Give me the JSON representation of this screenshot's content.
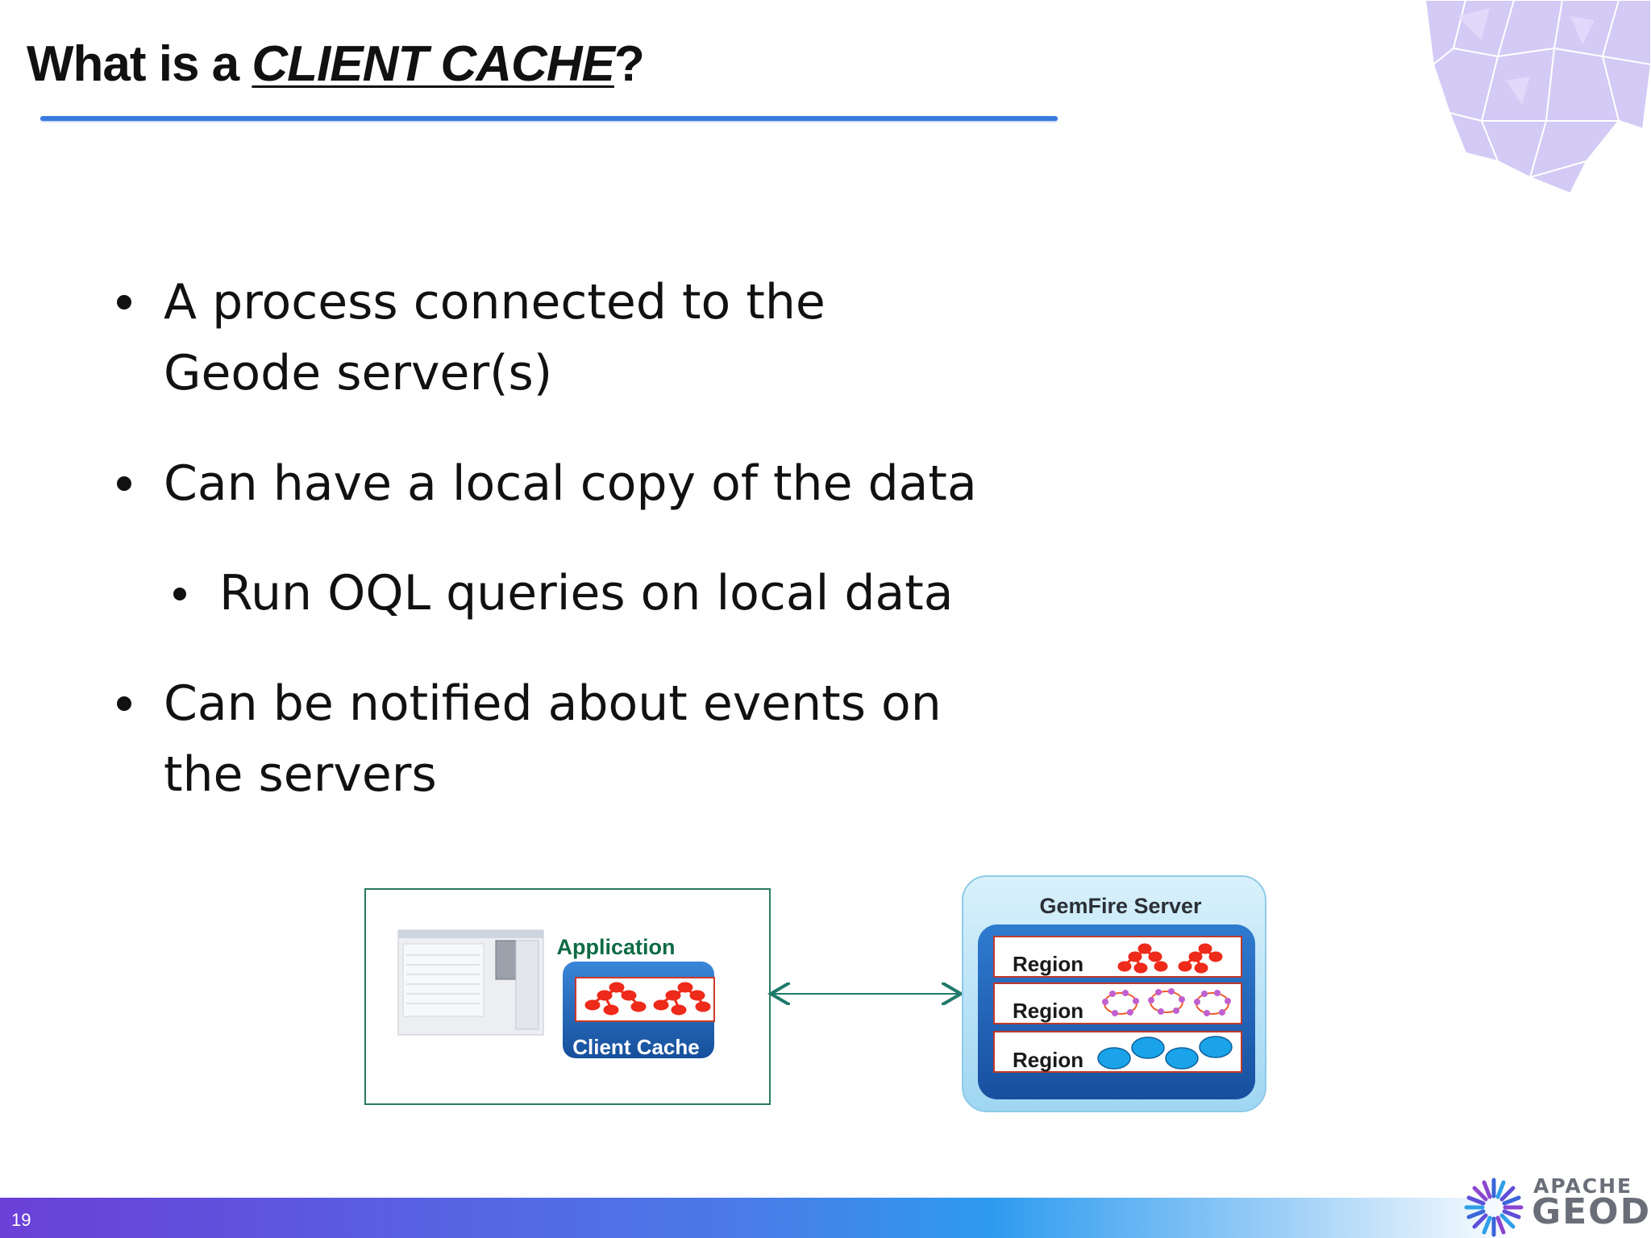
{
  "slide": {
    "title_prefix": "What is a ",
    "title_emphasis": "CLIENT CACHE",
    "title_suffix": "?",
    "bullets": [
      {
        "line1": "A process connected to the",
        "line2": "Geode server(s)"
      },
      {
        "line1": "Can have a local copy of the data"
      },
      {
        "line1": "Run OQL queries on local data"
      },
      {
        "line1": "Can be notified about events on",
        "line2": "the servers"
      }
    ],
    "page_number": "19"
  },
  "diagram": {
    "application_label": "Application",
    "client_cache_label": "Client Cache",
    "server_label": "GemFire Server",
    "regions": [
      "Region",
      "Region",
      "Region"
    ]
  },
  "logo": {
    "line1": "APACHE",
    "line2": "GEODE"
  },
  "colors": {
    "title_rule": "#3a7be0",
    "application_text": "#0e6b45",
    "client_cache_box": "#1f5fb0",
    "server_panel": "#bfe6f7",
    "node_red": "#ee2a1a",
    "node_purple": "#c060d0",
    "node_blue": "#1aa3e8"
  }
}
